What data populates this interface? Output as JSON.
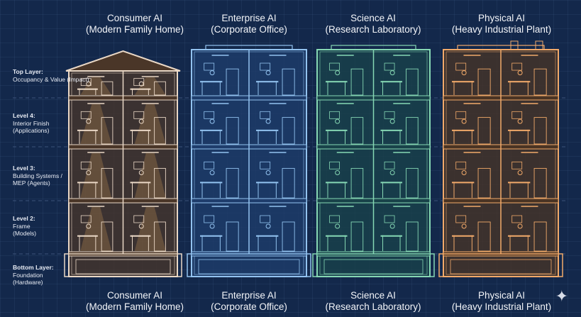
{
  "columns": [
    {
      "name": "Consumer AI",
      "subtitle": "(Modern Family Home)",
      "line": "#ead8c6",
      "fill": "#4a3628",
      "glow": "#f0b060"
    },
    {
      "name": "Enterprise AI",
      "subtitle": "(Corporate Office)",
      "line": "#93c3f0",
      "fill": "#1f3d6c",
      "glow": "#93c3f0"
    },
    {
      "name": "Science AI",
      "subtitle": "(Research Laboratory)",
      "line": "#86d8b4",
      "fill": "#19434a",
      "glow": "#86d8b4"
    },
    {
      "name": "Physical AI",
      "subtitle": "(Heavy Industrial Plant)",
      "line": "#f2aa6a",
      "fill": "#4a3424",
      "glow": "#f2aa6a"
    }
  ],
  "layers": [
    {
      "title": "Top Layer:",
      "desc": "Occupancy & Value (Impact)"
    },
    {
      "title": "Level 4:",
      "desc": "Interior Finish (Applications)"
    },
    {
      "title": "Level 3:",
      "desc": "Building Systems / MEP (Agents)"
    },
    {
      "title": "Level 2:",
      "desc": "Frame (Models)"
    },
    {
      "title": "Bottom Layer:",
      "desc": "Foundation (Hardware)"
    }
  ],
  "icons": {
    "corner": "sparkle-icon"
  }
}
